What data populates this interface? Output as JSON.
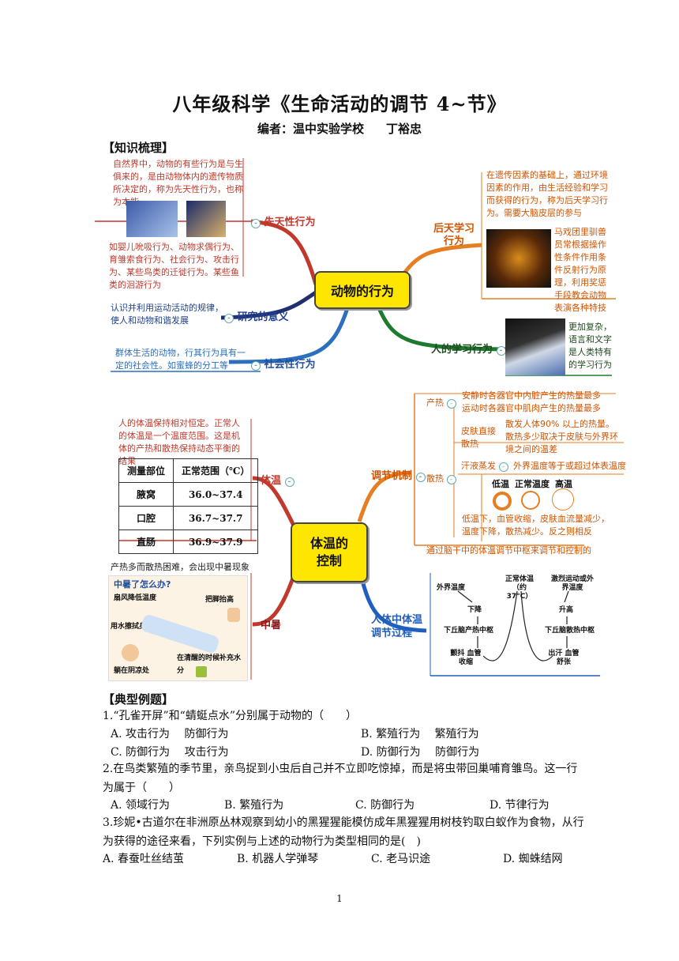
{
  "doc": {
    "title": "八年级科学《生命活动的调节 4~节》",
    "author_label": "编者：温中实验学校",
    "author_name": "丁裕忠",
    "section1": "【知识梳理】",
    "section2": "【典型例题】",
    "page_number": "1"
  },
  "map1": {
    "center": "动物的行为",
    "innate": {
      "label": "先天性行为",
      "desc": "自然界中，动物的有些行为是与生俱来的，是由动物体内的遗传物质所决定的，称为先天性行为，也称为本能",
      "examples": "如婴儿吮吸行为、动物求偶行为、育雏索食行为、社会行为、攻击行为、某些鸟类的迁徙行为。某些鱼类的洄游行为"
    },
    "meaning": {
      "label": "研究的意义",
      "desc": "认识并利用运动活动的规律，使人和动物和谐发展"
    },
    "social": {
      "label": "社会性行为",
      "desc": "群体生活的动物，行其行为具有一定的社会性。如蜜蜂的分工等"
    },
    "learned": {
      "label": "后天学习行为",
      "desc": "在遗传因素的基础上，通过环境因素的作用，由生活经验和学习而获得的行为，称为后天学习行为。需要大脑皮层的参与",
      "example": "马戏团里驯兽员常根据操作性条件作用条件反射行为原理，利用奖惩手段教会动物表演各种特技"
    },
    "human": {
      "label": "人的学习行为",
      "desc": "更加复杂，语言和文字是人类特有的学习行为"
    }
  },
  "map2": {
    "center": "体温的控制",
    "body_temp": {
      "label": "体温",
      "desc": "人的体温保持相对恒定。正常人的体温是一个温度范围。这是机体的产热和散热保持动态平衡的结果",
      "table_headers": [
        "测量部位",
        "正常范围（℃）"
      ],
      "rows": [
        [
          "腋窝",
          "36.0~37.4"
        ],
        [
          "口腔",
          "36.7~37.7"
        ],
        [
          "直肠",
          "36.9~37.9"
        ]
      ]
    },
    "heatstroke": {
      "label": "中暑",
      "desc": "产热多而散热困难，会出现中暑现象",
      "pic_title": "中暑了怎么办?",
      "pic_labels": [
        "扇风降低温度",
        "把脚抬高",
        "用水擦拭身体",
        "在清醒的时候补充水分",
        "躺在阴凉处"
      ]
    },
    "mechanism": {
      "label": "调节机制",
      "produce": "产热",
      "produce_desc": "安静时各器官中内脏产生的热量最多 运动时各器官中肌肉产生的热量最多",
      "dissipate": "散热",
      "skin": "皮肤直接散热",
      "skin_desc": "散发人体90% 以上的热量。散热多少取决于皮肤与外界环境之间的温差",
      "sweat": "汗液蒸发",
      "sweat_desc": "外界温度等于或超过体表温度",
      "ring_labels": [
        "低温",
        "正常温度",
        "高温"
      ],
      "vessel_desc": "低温下，血管收缩，皮肤血流量减少，温度下降，散热减少。反之则相反",
      "center_desc": "通过脑干中的体温调节中枢来调节和控制的"
    },
    "process": {
      "label": "人体中体温调节过程",
      "left_top": "外界温度",
      "left_mid": "下降",
      "left_center": "下丘脑产热中枢",
      "left_bottom": "颤抖 血管收缩",
      "middle": "正常体温（约37°C）",
      "right_top": "激烈运动或外界温度",
      "right_mid": "升高",
      "right_center": "下丘脑散热中枢",
      "right_bottom": "出汗 血管舒张"
    }
  },
  "questions": [
    {
      "stem": "1.“孔雀开屏”和“蜻蜓点水”分别属于动物的（　　）",
      "options": [
        "A. 攻击行为　 防御行为",
        "B. 繁殖行为　 繁殖行为",
        "C. 防御行为　 攻击行为",
        "D. 防御行为　 防御行为"
      ]
    },
    {
      "stem": "2.在鸟类繁殖的季节里，亲鸟捉到小虫后自己并不立即吃惊掉，而是将虫带回巢哺育雏鸟。这一行为属于（　　）",
      "options": [
        "A. 领域行为",
        "B. 繁殖行为",
        "C. 防御行为",
        "D. 节律行为"
      ]
    },
    {
      "stem": "3.珍妮•古道尔在非洲原丛林观察到幼小的黑猩猩能模仿成年黑猩猩用树枝钓取白蚁作为食物，从行为获得的途径来看，下列实例与上述的动物行为类型相同的是(　)",
      "options": [
        "A. 春蚕吐丝结茧",
        "B. 机器人学弹琴",
        "C. 老马识途",
        "D. 蜘蛛结网"
      ]
    }
  ]
}
